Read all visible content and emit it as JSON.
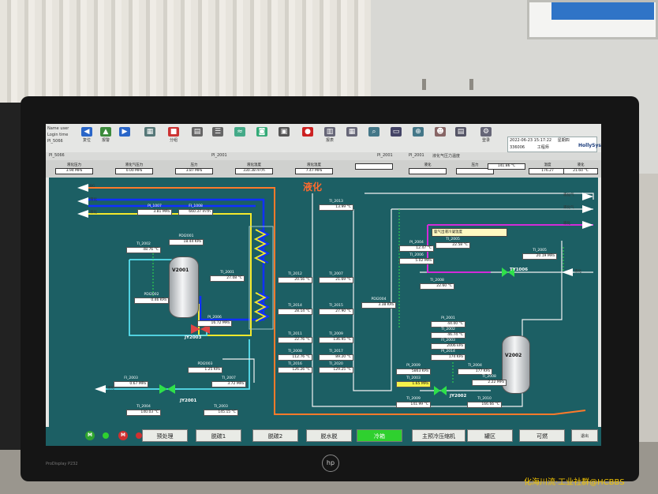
{
  "toolbar": {
    "status_lines": [
      "Name user",
      "Login time",
      "PI_5066"
    ],
    "buttons": [
      "复位",
      "报警",
      "",
      "",
      "分组",
      "",
      "",
      "",
      "",
      "",
      "",
      "报表",
      "",
      "",
      "",
      "",
      "",
      ""
    ],
    "login_label": "登录",
    "clock_date": "2022-06-23 15:17:22",
    "clock_week": "星期四",
    "clock_code": "336006",
    "clock_level": "工程师",
    "logo": "HollySys",
    "color_toolbar_bg": "#e5e6e4"
  },
  "tagrow": {
    "left": "PI_5066",
    "mid": "PI_2001",
    "tag2": "PI_2001",
    "tag3": "PI_2001",
    "right": "液化气压力温度"
  },
  "header": [
    {
      "label": "液化压力",
      "value": "3.94 MPa"
    },
    {
      "label": "液化气压力",
      "value": "0.00 MPa"
    },
    {
      "label": "压力",
      "value": "3.87 MPa"
    },
    {
      "label": "液化温度",
      "value": "330.38 m³/h"
    },
    {
      "label": "液化温度",
      "value": "7.47 MPa"
    },
    {
      "label": "",
      "value": ""
    },
    {
      "label": "液化",
      "value": ""
    },
    {
      "label": "压力",
      "value": ""
    },
    {
      "label": "",
      "value": "141.86 °C"
    },
    {
      "label": "温度",
      "value": "176.27"
    },
    {
      "label": "液化",
      "value": "21.60 °C"
    }
  ],
  "canvas": {
    "title": "液化",
    "streams_left": [
      "BG",
      "液化",
      "液化"
    ],
    "streams_right": [
      "液化气",
      "液化气",
      "液化",
      "液化"
    ],
    "stream_bottom_left": "液化",
    "annotation": "氨气出液冷凝温度",
    "vessels": [
      {
        "name": "V2001"
      },
      {
        "name": "V2002"
      }
    ],
    "valves": [
      {
        "name": "JY2003"
      },
      {
        "name": "JY2001"
      },
      {
        "name": "JY2002"
      },
      {
        "name": "TY1006"
      }
    ],
    "tags": [
      {
        "name": "PI_1007",
        "value": "3.81 MPa"
      },
      {
        "name": "FI_1008",
        "value": "660.37 m³/h"
      },
      {
        "name": "PDI2001",
        "value": "18.44 KPa"
      },
      {
        "name": "TI_2002",
        "value": "48.76 °C"
      },
      {
        "name": "PDI2002",
        "value": "0.46 KPa"
      },
      {
        "name": "TI_2001",
        "value": "27.08 °C"
      },
      {
        "name": "PI_2006",
        "value": "16.72 MPa"
      },
      {
        "name": "TI_2012",
        "value": "20.56 °C"
      },
      {
        "name": "TI_2007",
        "value": "21.69 °C"
      },
      {
        "name": "TI_2013",
        "value": "13.99 °C"
      },
      {
        "name": "TI_2014",
        "value": "28.14 °C"
      },
      {
        "name": "TI_2015",
        "value": "27.90 °C"
      },
      {
        "name": "PDI2004",
        "value": "3.38 KPa"
      },
      {
        "name": "TI_2011",
        "value": "22.76 °C"
      },
      {
        "name": "TI_2009",
        "value": "136.95 °C"
      },
      {
        "name": "TI_2008",
        "value": "112.76 °C"
      },
      {
        "name": "TI_2017",
        "value": "89.20 °C"
      },
      {
        "name": "TI_2016",
        "value": "126.26 °C"
      },
      {
        "name": "TI_2020",
        "value": "129.25 °C"
      },
      {
        "name": "PDI2003",
        "value": "1.25 KPa"
      },
      {
        "name": "TI_2007",
        "value": "3.72 MPa"
      },
      {
        "name": "FI_2003",
        "value": "0.67 MPa"
      },
      {
        "name": "TI_2004",
        "value": "140.03 °C"
      },
      {
        "name": "TI_2003",
        "value": "145.15 °C"
      },
      {
        "name": "PI_2004",
        "value": "12.47 °C"
      },
      {
        "name": "TI_2005",
        "value": "22.58 °C"
      },
      {
        "name": "TI_2006",
        "value": "5.02 MPa"
      },
      {
        "name": "TI_2008",
        "value": "22.60 °C"
      },
      {
        "name": "TI_2005",
        "value": "20.19 MPa"
      },
      {
        "name": "PI_2001",
        "value": "44.00 °C"
      },
      {
        "name": "TI_2002",
        "value": "46.74 °C"
      },
      {
        "name": "FI_2003",
        "value": "2006 kPa"
      },
      {
        "name": "PI_2014",
        "value": "174 KPa"
      },
      {
        "name": "PI_2009",
        "value": "5863 KPa"
      },
      {
        "name": "TI_2003",
        "value": "1.65 MPa"
      },
      {
        "name": "TI_2004",
        "value": "177 KPa"
      },
      {
        "name": "TI_2008",
        "value": "2.22 MPa"
      },
      {
        "name": "TI_2009",
        "value": "141.99 °C"
      },
      {
        "name": "TI_2010",
        "value": "166.66 °C"
      }
    ]
  },
  "navbar": {
    "indicators": [
      "M",
      "",
      "M",
      ""
    ],
    "buttons": [
      "预处理",
      "脱碳1",
      "脱碳2",
      "脱水脱",
      "冷箱",
      "主预冷压缩机",
      "罐区",
      "可燃"
    ],
    "active_index": 4,
    "exit_label": "退出"
  },
  "monitor": {
    "brand": "hp",
    "model": "ProDisplay P232"
  },
  "watermark": "化海川流·工业社群@HCBBS",
  "colors": {
    "canvas": "#1c5f64",
    "pipe_orange": "#ff7a2a",
    "pipe_blue": "#1030ff",
    "pipe_yellow": "#f3e92c",
    "pipe_cyan": "#58e0f0",
    "pipe_magenta": "#d32bd8",
    "pipe_green": "#2ee04a"
  }
}
